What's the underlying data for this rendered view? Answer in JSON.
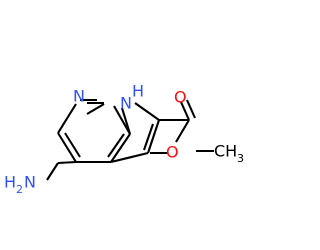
{
  "molecule": {
    "atoms": {
      "n_pyridine": {
        "label": "N",
        "element": "N",
        "color": "#3050F8"
      },
      "n_pyrrole": {
        "label": "H",
        "element": "N",
        "color": "#3050F8"
      },
      "n_pyrrole_n": {
        "label": "N",
        "color": "#3050F8"
      },
      "amine": {
        "label_main": "H",
        "label_sub": "2",
        "label_n": "N",
        "color": "#3050F8"
      },
      "o_carbonyl": {
        "label": "O",
        "element": "O",
        "color": "#FF0D0D"
      },
      "o_ester": {
        "label": "O",
        "element": "O",
        "color": "#FF0D0D"
      },
      "methyl": {
        "label_main": "CH",
        "label_sub": "3",
        "color": "#000000"
      }
    }
  }
}
